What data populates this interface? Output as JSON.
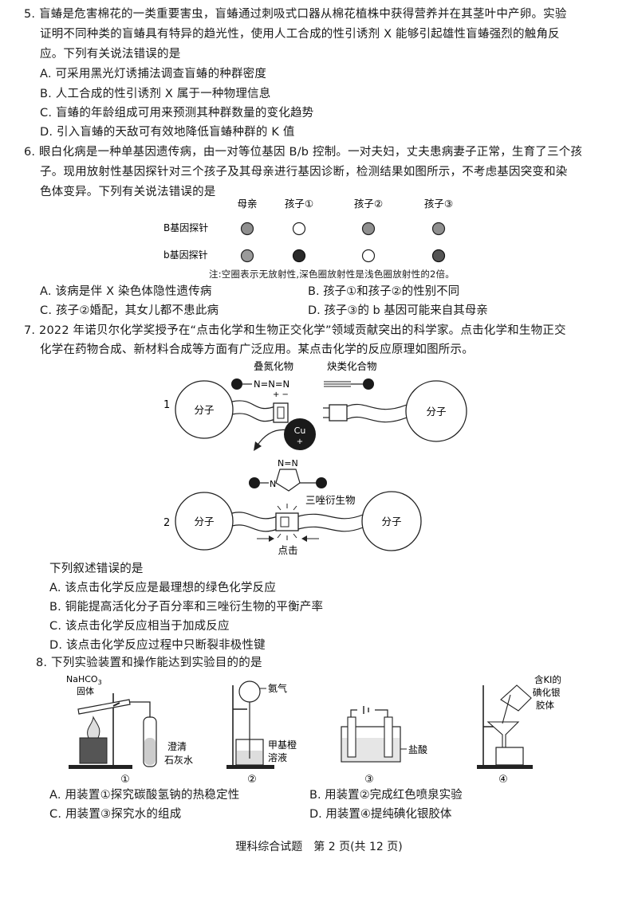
{
  "q5": {
    "stem": [
      "5. 盲蝽是危害棉花的一类重要害虫，盲蝽通过刺吸式口器从棉花植株中获得营养并在其茎叶中产卵。实验",
      "证明不同种类的盲蝽具有特异的趋光性，使用人工合成的性引诱剂 X 能够引起雄性盲蝽强烈的触角反",
      "应。下列有关说法错误的是"
    ],
    "options": [
      "A. 可采用黑光灯诱捕法调查盲蝽的种群密度",
      "B. 人工合成的性引诱剂 X 属于一种物理信息",
      "C. 盲蝽的年龄组成可用来预测其种群数量的变化趋势",
      "D. 引入盲蝽的天敌可有效地降低盲蝽种群的 K 值"
    ]
  },
  "q6": {
    "stem": [
      "6. 眼白化病是一种单基因遗传病，由一对等位基因 B/b 控制。一对夫妇，丈夫患病妻子正常，生育了三个孩",
      "子。现用放射性基因探针对三个孩子及其母亲进行基因诊断，检测结果如图所示，不考虑基因突变和染",
      "色体变异。下列有关说法错误的是"
    ],
    "figure": {
      "columns": [
        "母亲",
        "孩子①",
        "孩子②",
        "孩子③"
      ],
      "rows": [
        "B基因探针",
        "b基因探针"
      ],
      "dot_shading": [
        [
          "light",
          "empty",
          "light",
          "light"
        ],
        [
          "light",
          "dark",
          "empty",
          "dark"
        ]
      ],
      "note": "注:空圈表示无放射性,深色圈放射性是浅色圈放射性的2倍。"
    },
    "options": [
      "A. 该病是伴 X 染色体隐性遗传病",
      "B. 孩子①和孩子②的性别不同",
      "C. 孩子②婚配，其女儿都不患此病",
      "D. 孩子③的 b 基因可能来自其母亲"
    ]
  },
  "q7": {
    "stem": [
      "7. 2022 年诺贝尔化学奖授予在“点击化学和生物正交化学”领域贡献突出的科学家。点击化学和生物正交",
      "化学在药物合成、新材料合成等方面有广泛应用。某点击化学的反应原理如图所示。"
    ],
    "figure": {
      "azide_label": "叠氮化物",
      "alkyne_label": "炔类化合物",
      "molecule_label": "分子",
      "cu_label": "Cu",
      "cu_charge": "+",
      "triazole_label": "三唑衍生物",
      "click_label": "点击",
      "step1": "1",
      "step2": "2",
      "azide_formula": "N=N=N",
      "azide_charges": "+  −",
      "triazole_n_top": "N=N",
      "triazole_n_left": "N"
    },
    "lead": "下列叙述错误的是",
    "options": [
      "A. 该点击化学反应是最理想的绿色化学反应",
      "B. 铜能提高活化分子百分率和三唑衍生物的平衡产率",
      "C. 该点击化学反应相当于加成反应",
      "D. 该点击化学反应过程中只断裂非极性键"
    ]
  },
  "q8": {
    "stem": "8. 下列实验装置和操作能达到实验目的的是",
    "figure": {
      "nahco3": "NaHCO",
      "nahco3_sub": "3",
      "solid": "固体",
      "limewater_1": "澄清",
      "limewater_2": "石灰水",
      "ammonia": "氨气",
      "methyl_orange_1": "甲基橙",
      "methyl_orange_2": "溶液",
      "hcl": "盐酸",
      "ki_1": "含KI的",
      "ki_2": "碘化银",
      "ki_3": "胶体",
      "labels": [
        "①",
        "②",
        "③",
        "④"
      ]
    },
    "options": [
      "A. 用装置①探究碳酸氢钠的热稳定性",
      "B. 用装置②完成红色喷泉实验",
      "C. 用装置③探究水的组成",
      "D. 用装置④提纯碘化银胶体"
    ]
  },
  "footer": "理科综合试题　第 2 页(共 12 页)"
}
